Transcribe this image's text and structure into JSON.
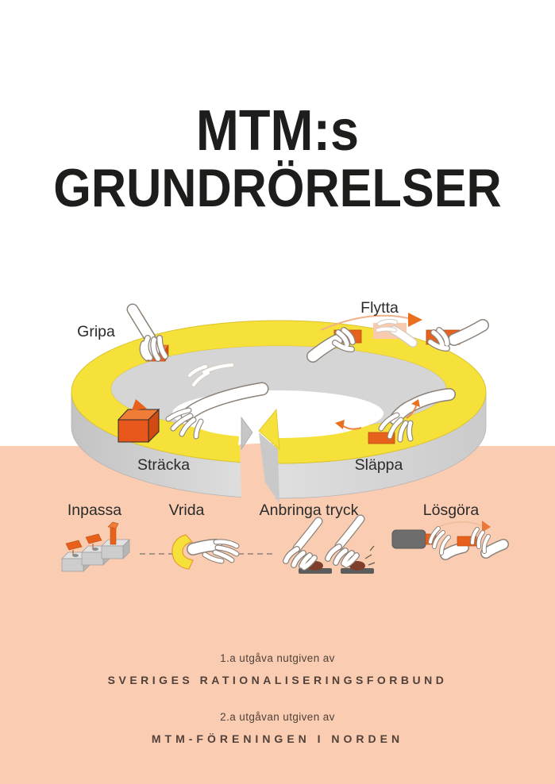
{
  "page": {
    "background_top": "#ffffff",
    "background_bottom": "#facdb2"
  },
  "title": {
    "line1": "MTM:s",
    "line2": "GRUNDRÖRELSER",
    "color": "#1d1d1b"
  },
  "diagram": {
    "type": "cycle-of-basic-motions",
    "ring_labels": {
      "gripa": "Gripa",
      "flytta": "Flytta",
      "stracka": "Sträcka",
      "slappa": "Släppa"
    },
    "bottom_labels": {
      "inpassa": "Inpassa",
      "vrida": "Vrida",
      "anbringa_tryck": "Anbringa tryck",
      "losgora": "Lösgöra"
    },
    "colors": {
      "ring_yellow": "#f6e13a",
      "ring_gray": "#d6d6d6",
      "object_orange": "#e8611c",
      "ghost_orange": "#f8cab0",
      "tool_dark_gray": "#6d6d6d"
    }
  },
  "credits": {
    "line1": "1.a utgåva nutgiven av",
    "line2": "SVERIGES RATIONALISERINGSFORBUND",
    "line3": "2.a utgåvan utgiven av",
    "line4": "MTM-FÖRENINGEN I NORDEN",
    "color": "#51413a"
  }
}
